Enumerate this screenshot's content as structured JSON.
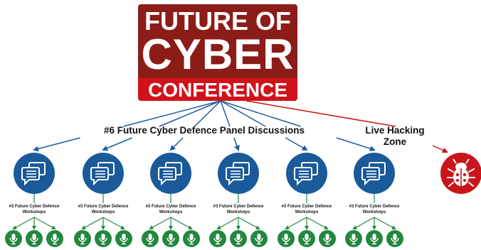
{
  "logo": {
    "line1": "FUTURE OF",
    "line2": "CYBER",
    "line3": "CONFERENCE"
  },
  "panel_discussions_label": "#6 Future Cyber Defence Panel Discussions",
  "live_hacking_label": "Live Hacking Zone",
  "panels": [
    {
      "workshop_label": "#3 Future Cyber Defence Workshops",
      "workshops": 3
    },
    {
      "workshop_label": "#3 Future Cyber Defence Workshops",
      "workshops": 3
    },
    {
      "workshop_label": "#3 Future Cyber Defence Workshops",
      "workshops": 3
    },
    {
      "workshop_label": "#3 Future Cyber Defence Workshops",
      "workshops": 3
    },
    {
      "workshop_label": "#3 Future Cyber Defence Workshops",
      "workshops": 3
    },
    {
      "workshop_label": "#3 Future Cyber Defence Workshops",
      "workshops": 3
    }
  ],
  "icons": {
    "panel": "chat-bubbles-icon",
    "workshop": "microphone-icon",
    "live_hacking": "bug-icon"
  },
  "colors": {
    "logo_dark": "#8b1c17",
    "logo_red": "#d0121b",
    "panel_blue": "#1a5a9a",
    "workshop_green": "#23873e",
    "hacking_red": "#c9151b",
    "arrow_blue": "#1f5d9c",
    "arrow_green": "#23873e",
    "arrow_red": "#c9151b"
  }
}
